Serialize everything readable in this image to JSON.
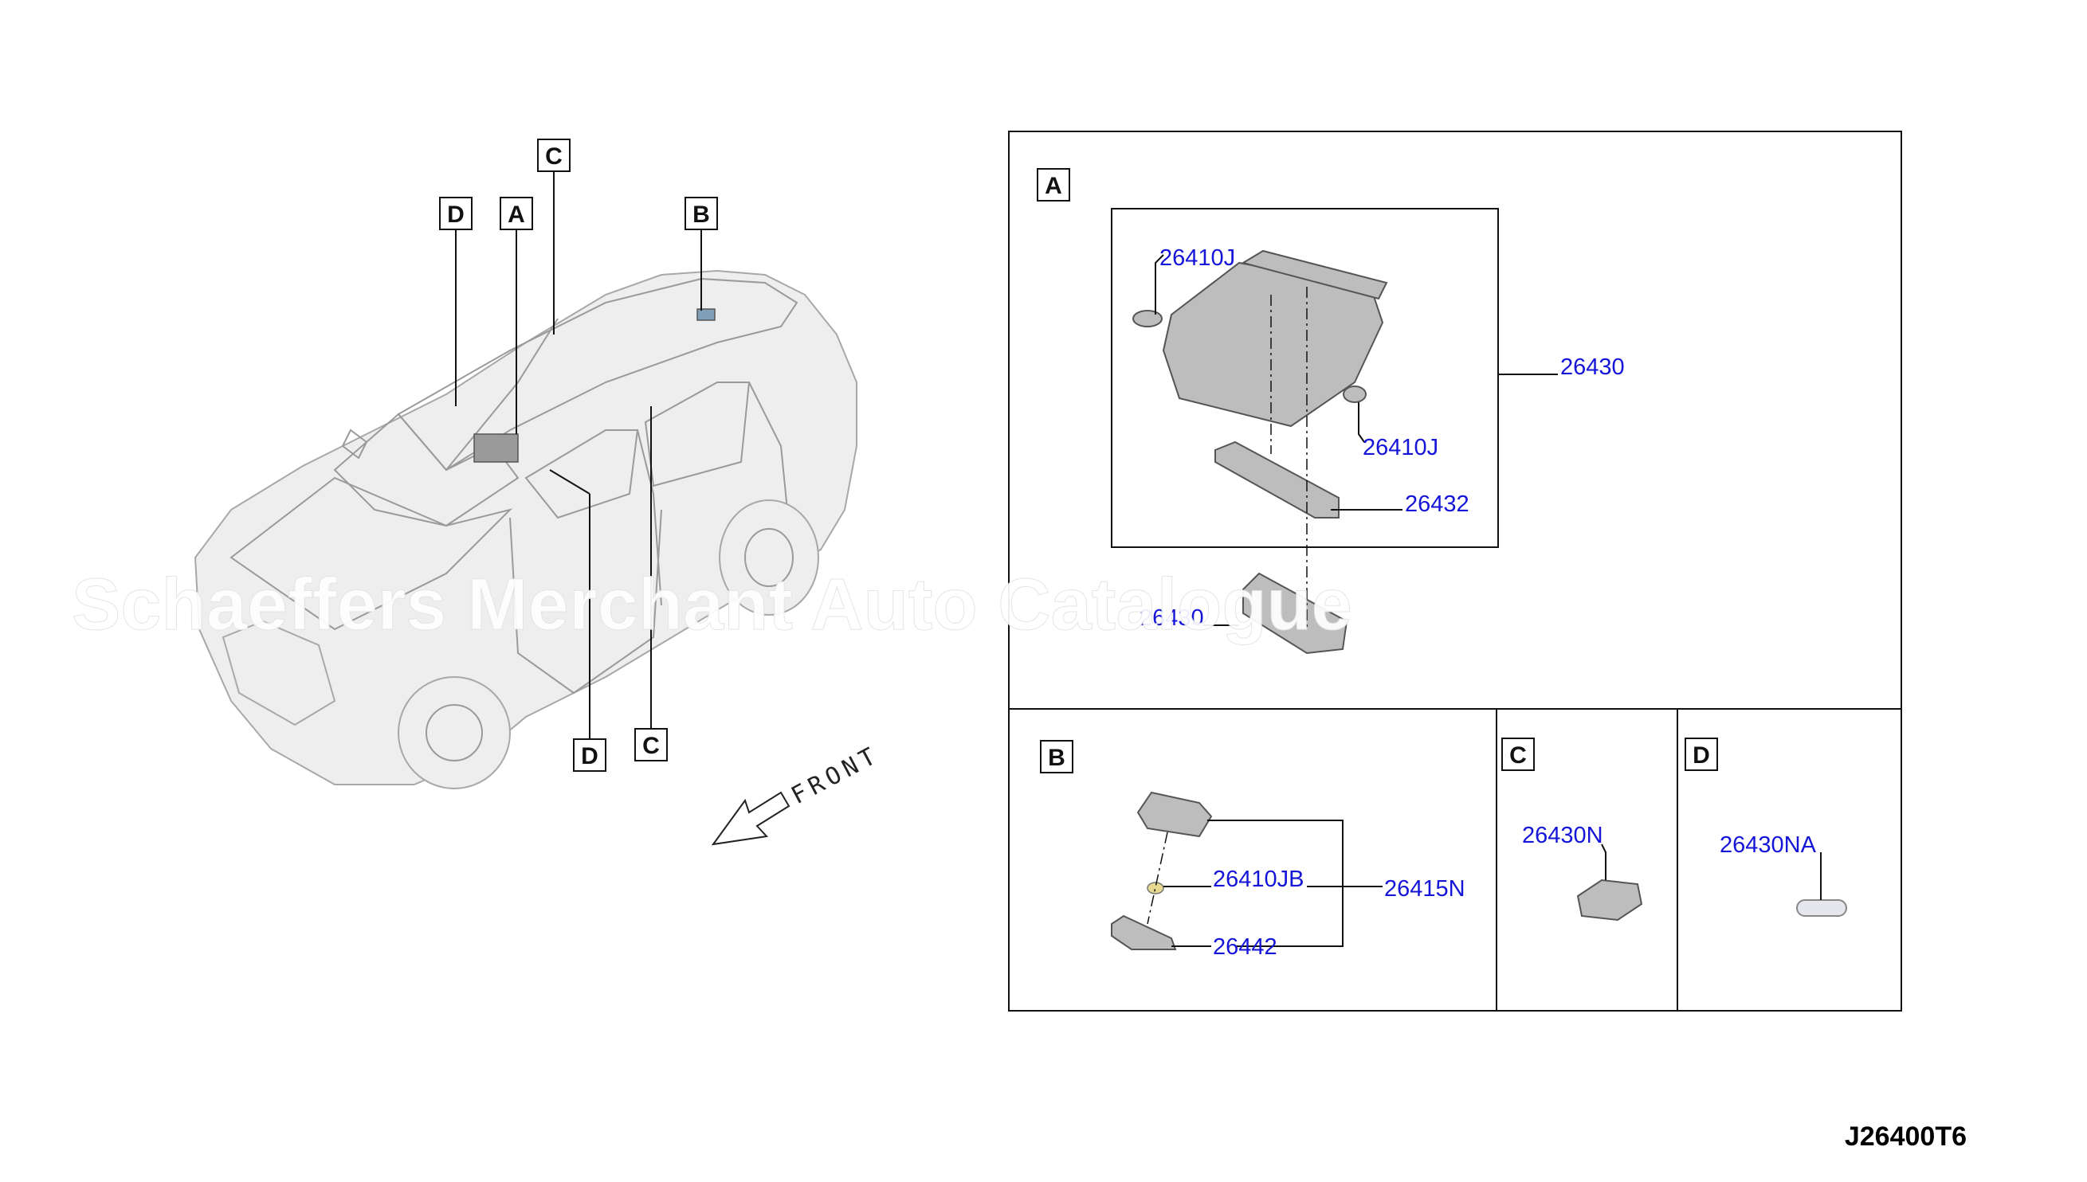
{
  "watermark": "Schaeffers Merchant Auto Catalogue",
  "diagram_code": "J26400T6",
  "front_label": "FRONT",
  "car_callouts": [
    {
      "letter": "D"
    },
    {
      "letter": "A"
    },
    {
      "letter": "C"
    },
    {
      "letter": "B"
    },
    {
      "letter": "D"
    },
    {
      "letter": "C"
    }
  ],
  "panels": {
    "A": {
      "letter": "A",
      "parts": [
        "26410J",
        "26430",
        "26410J",
        "26432",
        "26430"
      ]
    },
    "B": {
      "letter": "B",
      "parts": [
        "26410JB",
        "26415N",
        "26442"
      ]
    },
    "C": {
      "letter": "C",
      "parts": [
        "26430N"
      ]
    },
    "D": {
      "letter": "D",
      "parts": [
        "26430NA"
      ]
    }
  },
  "colors": {
    "part_number": "#1515d8",
    "line": "#111111",
    "car_outline": "#9a9a9a"
  }
}
